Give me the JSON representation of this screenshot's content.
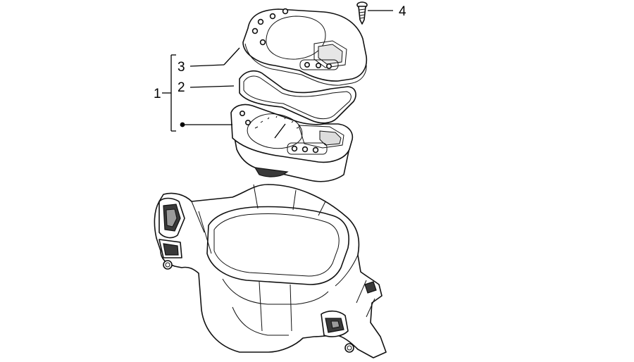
{
  "callouts": {
    "assembly": "1",
    "gasket": "2",
    "cover": "3",
    "screw": "4"
  }
}
